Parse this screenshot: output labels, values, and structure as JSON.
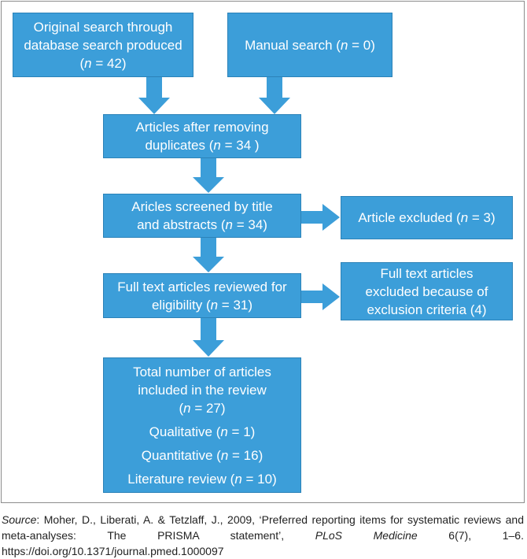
{
  "colors": {
    "box_fill": "#3c9ed9",
    "box_border": "#2b82b8",
    "text": "#ffffff",
    "arrow": "#3c9ed9"
  },
  "boxes": {
    "original_search": {
      "lines": [
        "Original search through",
        "database search produced",
        "(n = 42)"
      ]
    },
    "manual_search": {
      "lines": [
        "Manual search (n = 0)"
      ]
    },
    "after_duplicates": {
      "lines": [
        "Articles after removing",
        "duplicates (n = 34 )"
      ]
    },
    "screened": {
      "lines": [
        "Aricles screened by title",
        "and abstracts (n = 34)"
      ]
    },
    "excluded": {
      "lines": [
        "Article excluded (n = 3)"
      ]
    },
    "fulltext_reviewed": {
      "lines": [
        "Full text articles reviewed for",
        "eligibility (n = 31)"
      ]
    },
    "fulltext_excluded": {
      "lines": [
        "Full text articles",
        "excluded because of",
        "exclusion criteria (4)"
      ]
    },
    "total_included": {
      "lines": [
        "Total number of articles",
        "included in the review",
        "(n = 27)"
      ],
      "breakdown": [
        "Qualitative (n = 1)",
        "Quantitative (n = 16)",
        "Literature review (n = 10)"
      ]
    }
  },
  "source": {
    "label": "Source",
    "text_1": ": Moher, D., Liberati, A. & Tetzlaff, J., 2009, ‘Preferred reporting items for systematic reviews and meta-analyses: The PRISMA statement’, ",
    "journal": "PLoS Medicine",
    "text_2": " 6(7), 1–6. https://doi.org/10.1371/journal.pmed.1000097"
  }
}
